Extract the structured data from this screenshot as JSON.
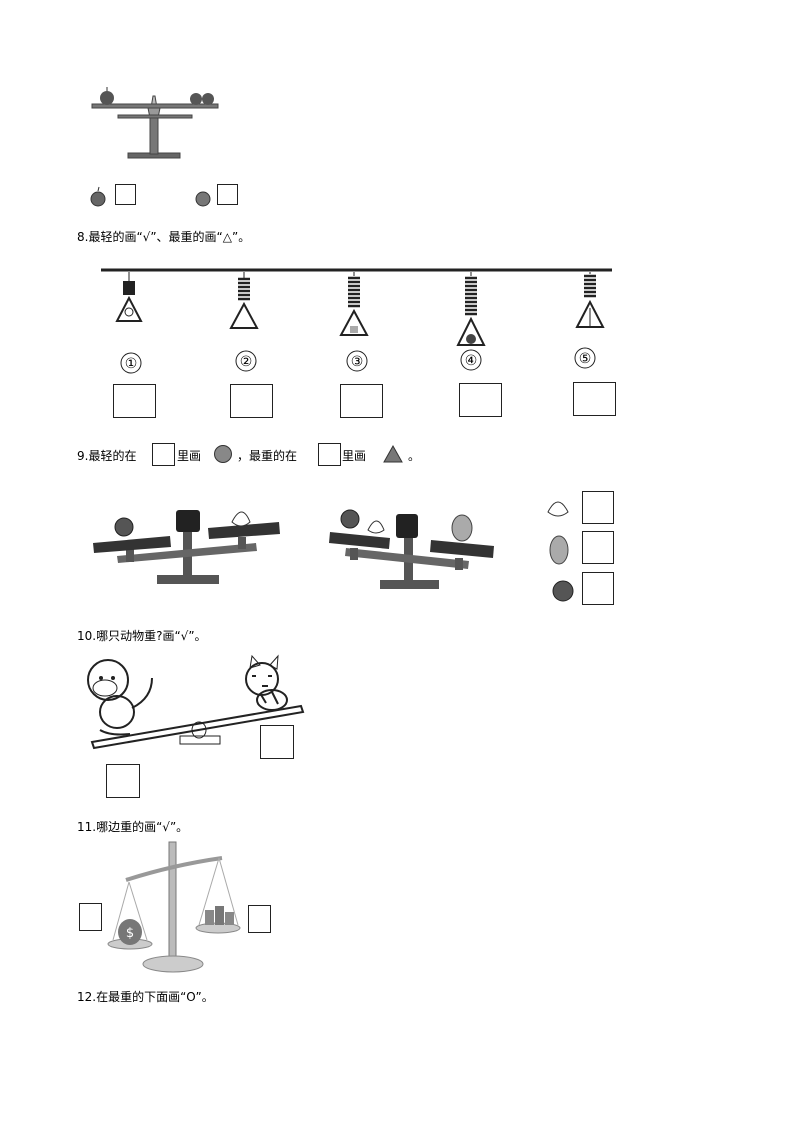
{
  "q8": {
    "text": "8.最轻的画“√”、最重的画“△”。",
    "labels": [
      "①",
      "②",
      "③",
      "④",
      "⑤"
    ]
  },
  "q9": {
    "prefix": "9.最轻的在",
    "mid1": "里画",
    "mid2": "，最重的在",
    "mid3": "里画",
    "suffix": "。"
  },
  "q10": {
    "text": "10.哪只动物重?画“√”。"
  },
  "q11": {
    "text": "11.哪边重的画“√”。"
  },
  "q12": {
    "text": "12.在最重的下面画“O”。"
  },
  "scale_sign": {
    "left": "$"
  }
}
